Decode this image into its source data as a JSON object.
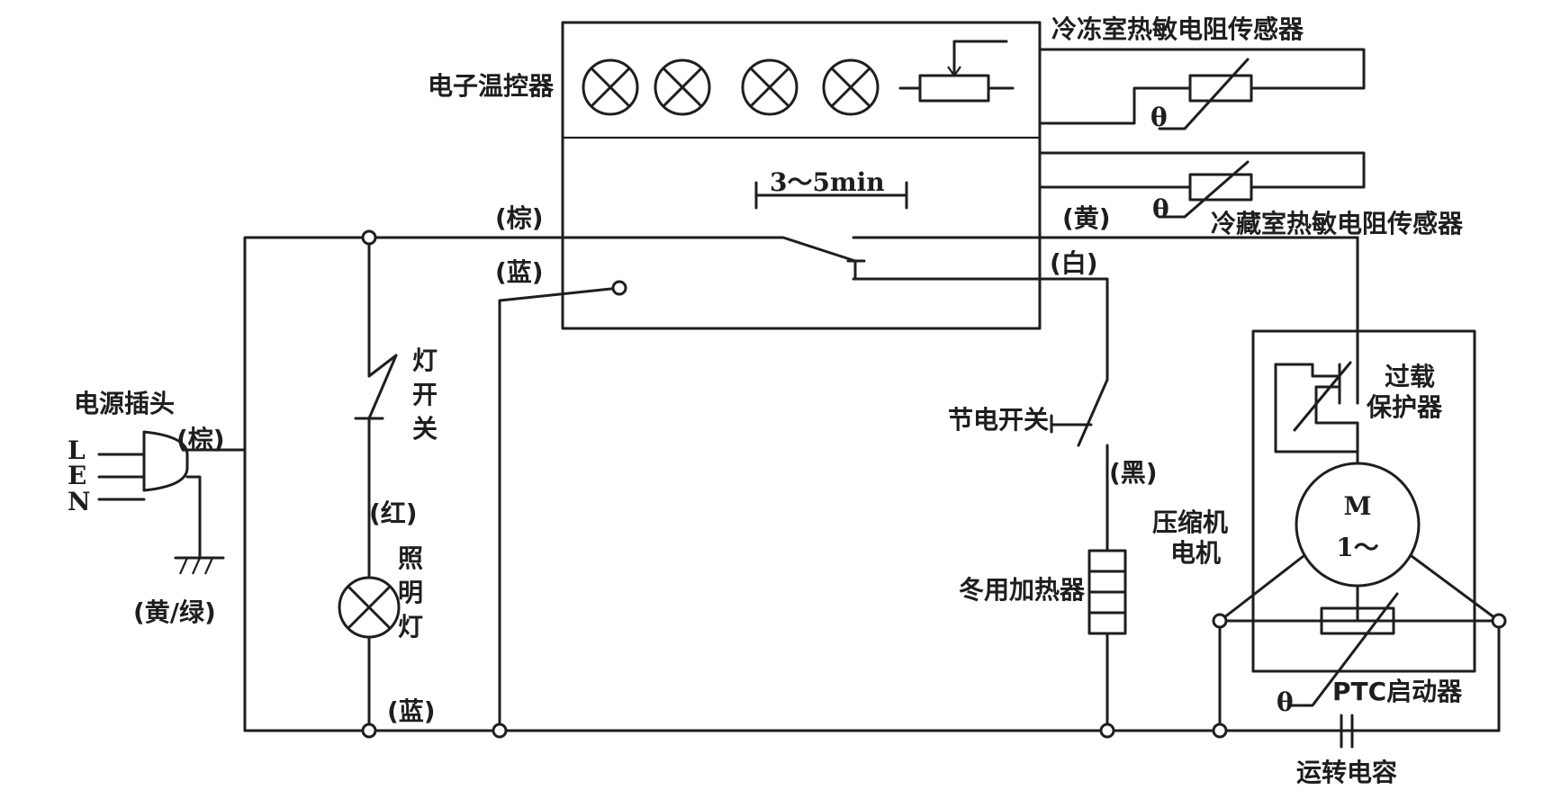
{
  "labels": {
    "thermostat": "电子温控器",
    "freezer_sensor": "冷冻室热敏电阻传感器",
    "fridge_sensor": "冷藏室热敏电阻传感器",
    "delay": "3～5min",
    "theta": "θ",
    "brown": "(棕)",
    "blue": "(蓝)",
    "yellow": "(黄)",
    "white": "(白)",
    "black": "(黑)",
    "red": "(红)",
    "yellow_green": "(黄/绿)",
    "plug": "电源插头",
    "pin_l": "L",
    "pin_e": "E",
    "pin_n": "N",
    "lamp_switch": [
      "灯",
      "开",
      "关"
    ],
    "lamp": [
      "照",
      "明",
      "灯"
    ],
    "power_save_switch": "节电开关",
    "heater": "冬用加热器",
    "overload": [
      "过载",
      "保护器"
    ],
    "compressor": [
      "压缩机",
      "电机"
    ],
    "motor_m": "M",
    "motor_phase": "1～",
    "ptc": "PTC启动器",
    "capacitor": "运转电容"
  }
}
